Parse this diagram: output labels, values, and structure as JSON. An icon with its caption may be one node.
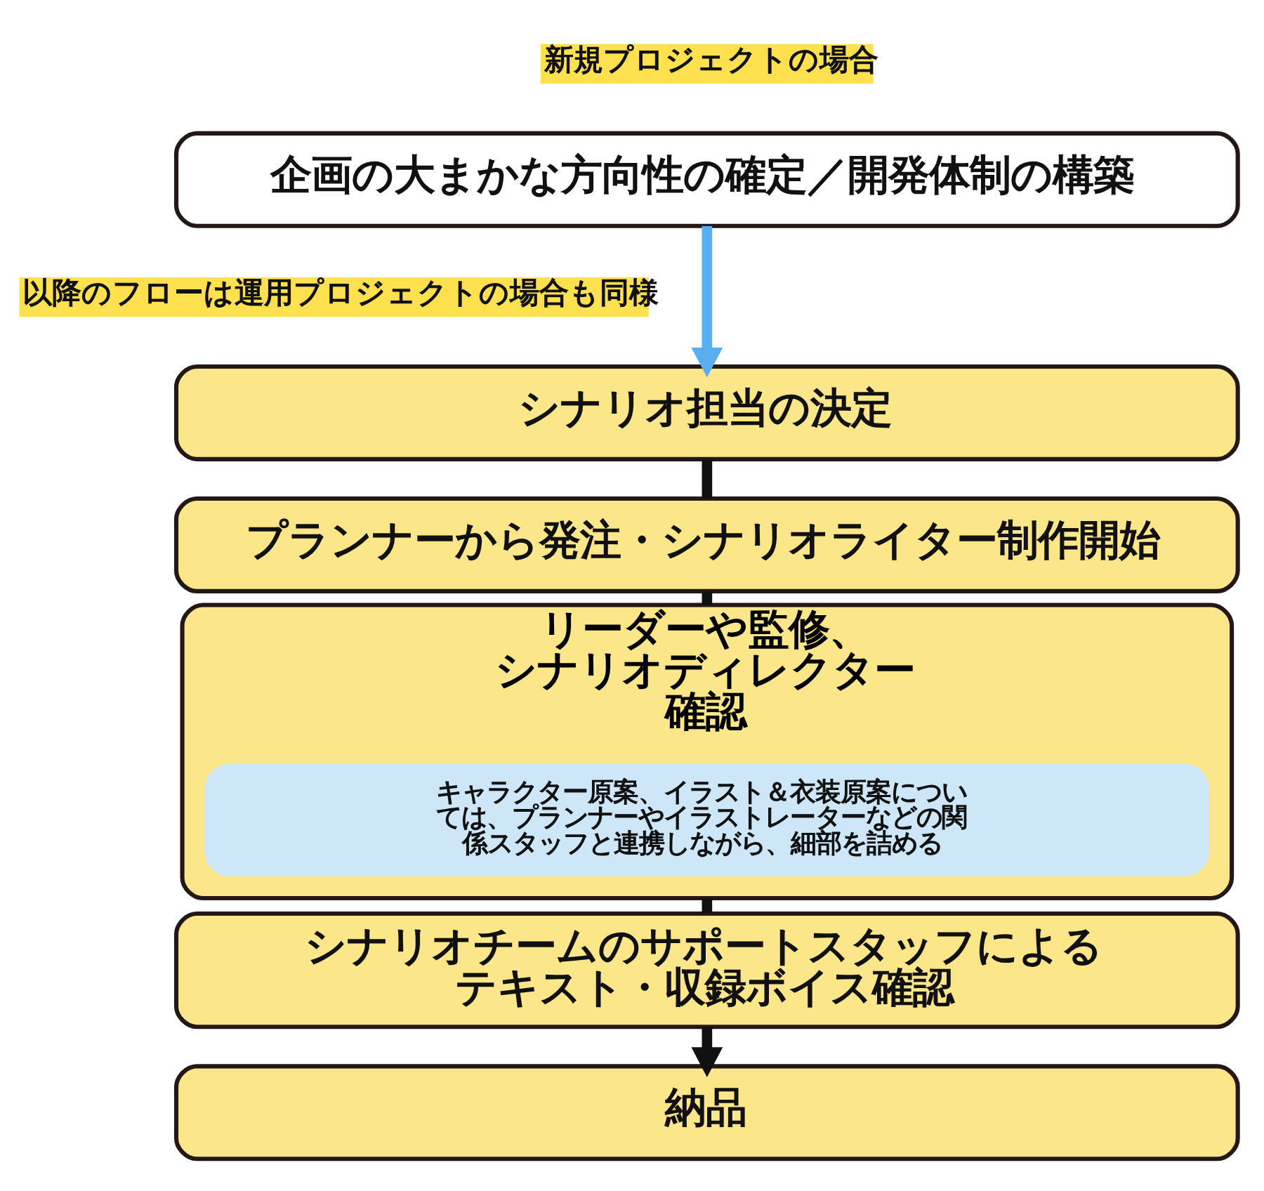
{
  "diagram": {
    "nodes": [
      {
        "text": [
          "企画の大まかな方向性の確定／開発体制の構築"
        ]
      },
      {
        "text": [
          "シナリオ担当の決定"
        ]
      },
      {
        "text": [
          "プランナーから発注・シナリオライター制作開始"
        ]
      },
      {
        "text": [
          "リーダーや監修、シナリオディレクター確認"
        ]
      },
      {
        "text": [
          "キャラクター原案、イラスト＆衣装原案については、プランナーやイラストレーターなどの関係スタッフと連携しながら、細部を詰める"
        ],
        "in": 3
      },
      {
        "text": [
          "シナリオチームのサポートスタッフによるテキスト・収録ボイス確認"
        ]
      },
      {
        "text": [
          "納品"
        ]
      }
    ],
    "edges": [
      {
        "from": 0,
        "to": 1,
        "arrow": "to",
        "color": "#5aaef0"
      },
      {
        "from": 1,
        "to": 2,
        "arrow": "none"
      },
      {
        "from": 2,
        "to": 3,
        "arrow": "none"
      },
      {
        "from": 3,
        "to": 5,
        "arrow": "none"
      },
      {
        "from": 5,
        "to": 6,
        "arrow": "to"
      }
    ],
    "labels": [
      "新規プロジェクトの場合",
      "以降のフローは運用プロジェクトの場合も同様"
    ]
  }
}
